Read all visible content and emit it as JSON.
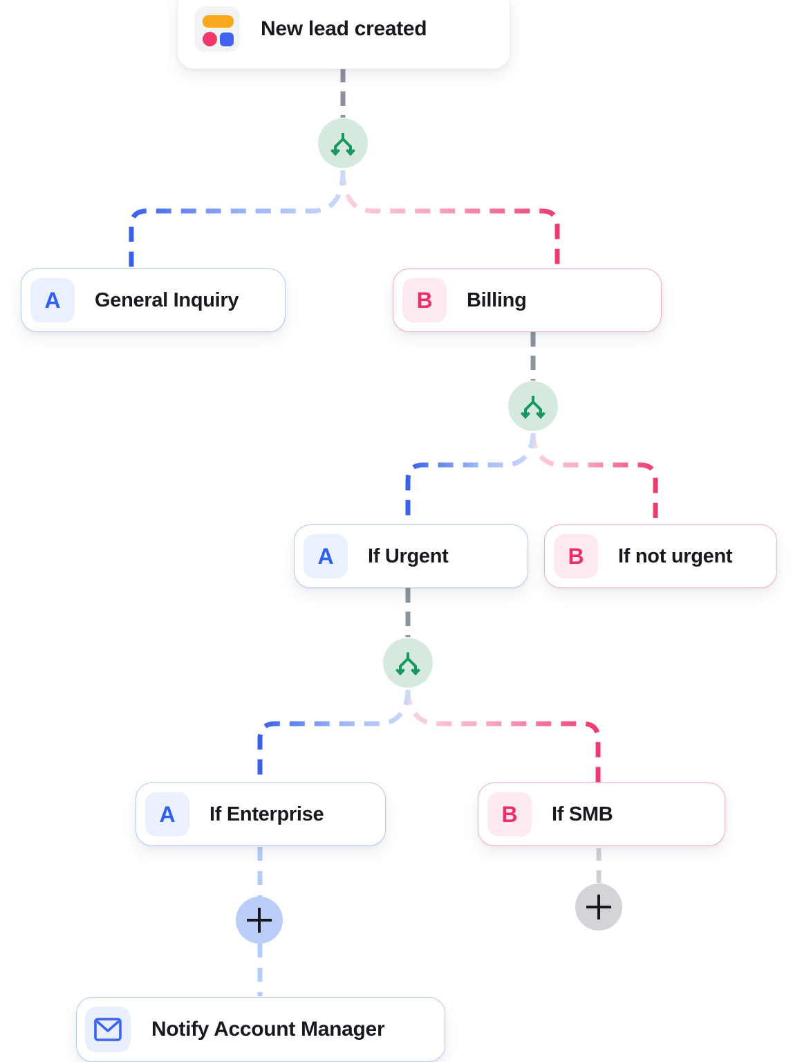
{
  "workflow": {
    "trigger": {
      "label": "New lead created",
      "icon": "app-logo-icon"
    },
    "row1": [
      {
        "badge": "A",
        "label": "General Inquiry",
        "variant": "blue"
      },
      {
        "badge": "B",
        "label": "Billing",
        "variant": "pink"
      }
    ],
    "row2": [
      {
        "badge": "A",
        "label": "If Urgent",
        "variant": "blue"
      },
      {
        "badge": "B",
        "label": "If not urgent",
        "variant": "pink"
      }
    ],
    "row3": [
      {
        "badge": "A",
        "label": "If Enterprise",
        "variant": "blue"
      },
      {
        "badge": "B",
        "label": "If SMB",
        "variant": "pink"
      }
    ],
    "action": {
      "label": "Notify Account Manager",
      "icon": "mail-icon"
    },
    "splits": [
      {
        "icon": "branch-split-icon"
      },
      {
        "icon": "branch-split-icon"
      },
      {
        "icon": "branch-split-icon"
      }
    ],
    "add_buttons": [
      {
        "icon": "plus-icon",
        "style": "blue"
      },
      {
        "icon": "plus-icon",
        "style": "gray"
      }
    ]
  },
  "colors": {
    "branch_blue": "#3A5FE8",
    "branch_blue_light": "#CBD9FB",
    "branch_pink": "#EE3A70",
    "branch_pink_light": "#FBD4E0",
    "line_gray": "#8D939E",
    "line_gray_light": "#CDD0D5",
    "line_blue_light": "#B7CBF8",
    "split_circle_bg": "#D6E9DF",
    "split_icon_green": "#17985F",
    "card_border_blue": "#AECAF3",
    "card_border_pink": "#F6A9C3",
    "badge_a_bg": "#EAF0FD",
    "badge_a_text": "#2F5FF0",
    "badge_b_bg": "#FDE9F0",
    "badge_b_text": "#EE2E68",
    "text_dark": "#17191E",
    "plus_blue_bg": "#BACDF9",
    "plus_gray_bg": "#D2D4D9",
    "trigger_icon_orange": "#F8A81B",
    "trigger_icon_pink": "#F0386B",
    "trigger_icon_blue": "#3F64F0",
    "mail_icon_stroke": "#3B63F0"
  }
}
